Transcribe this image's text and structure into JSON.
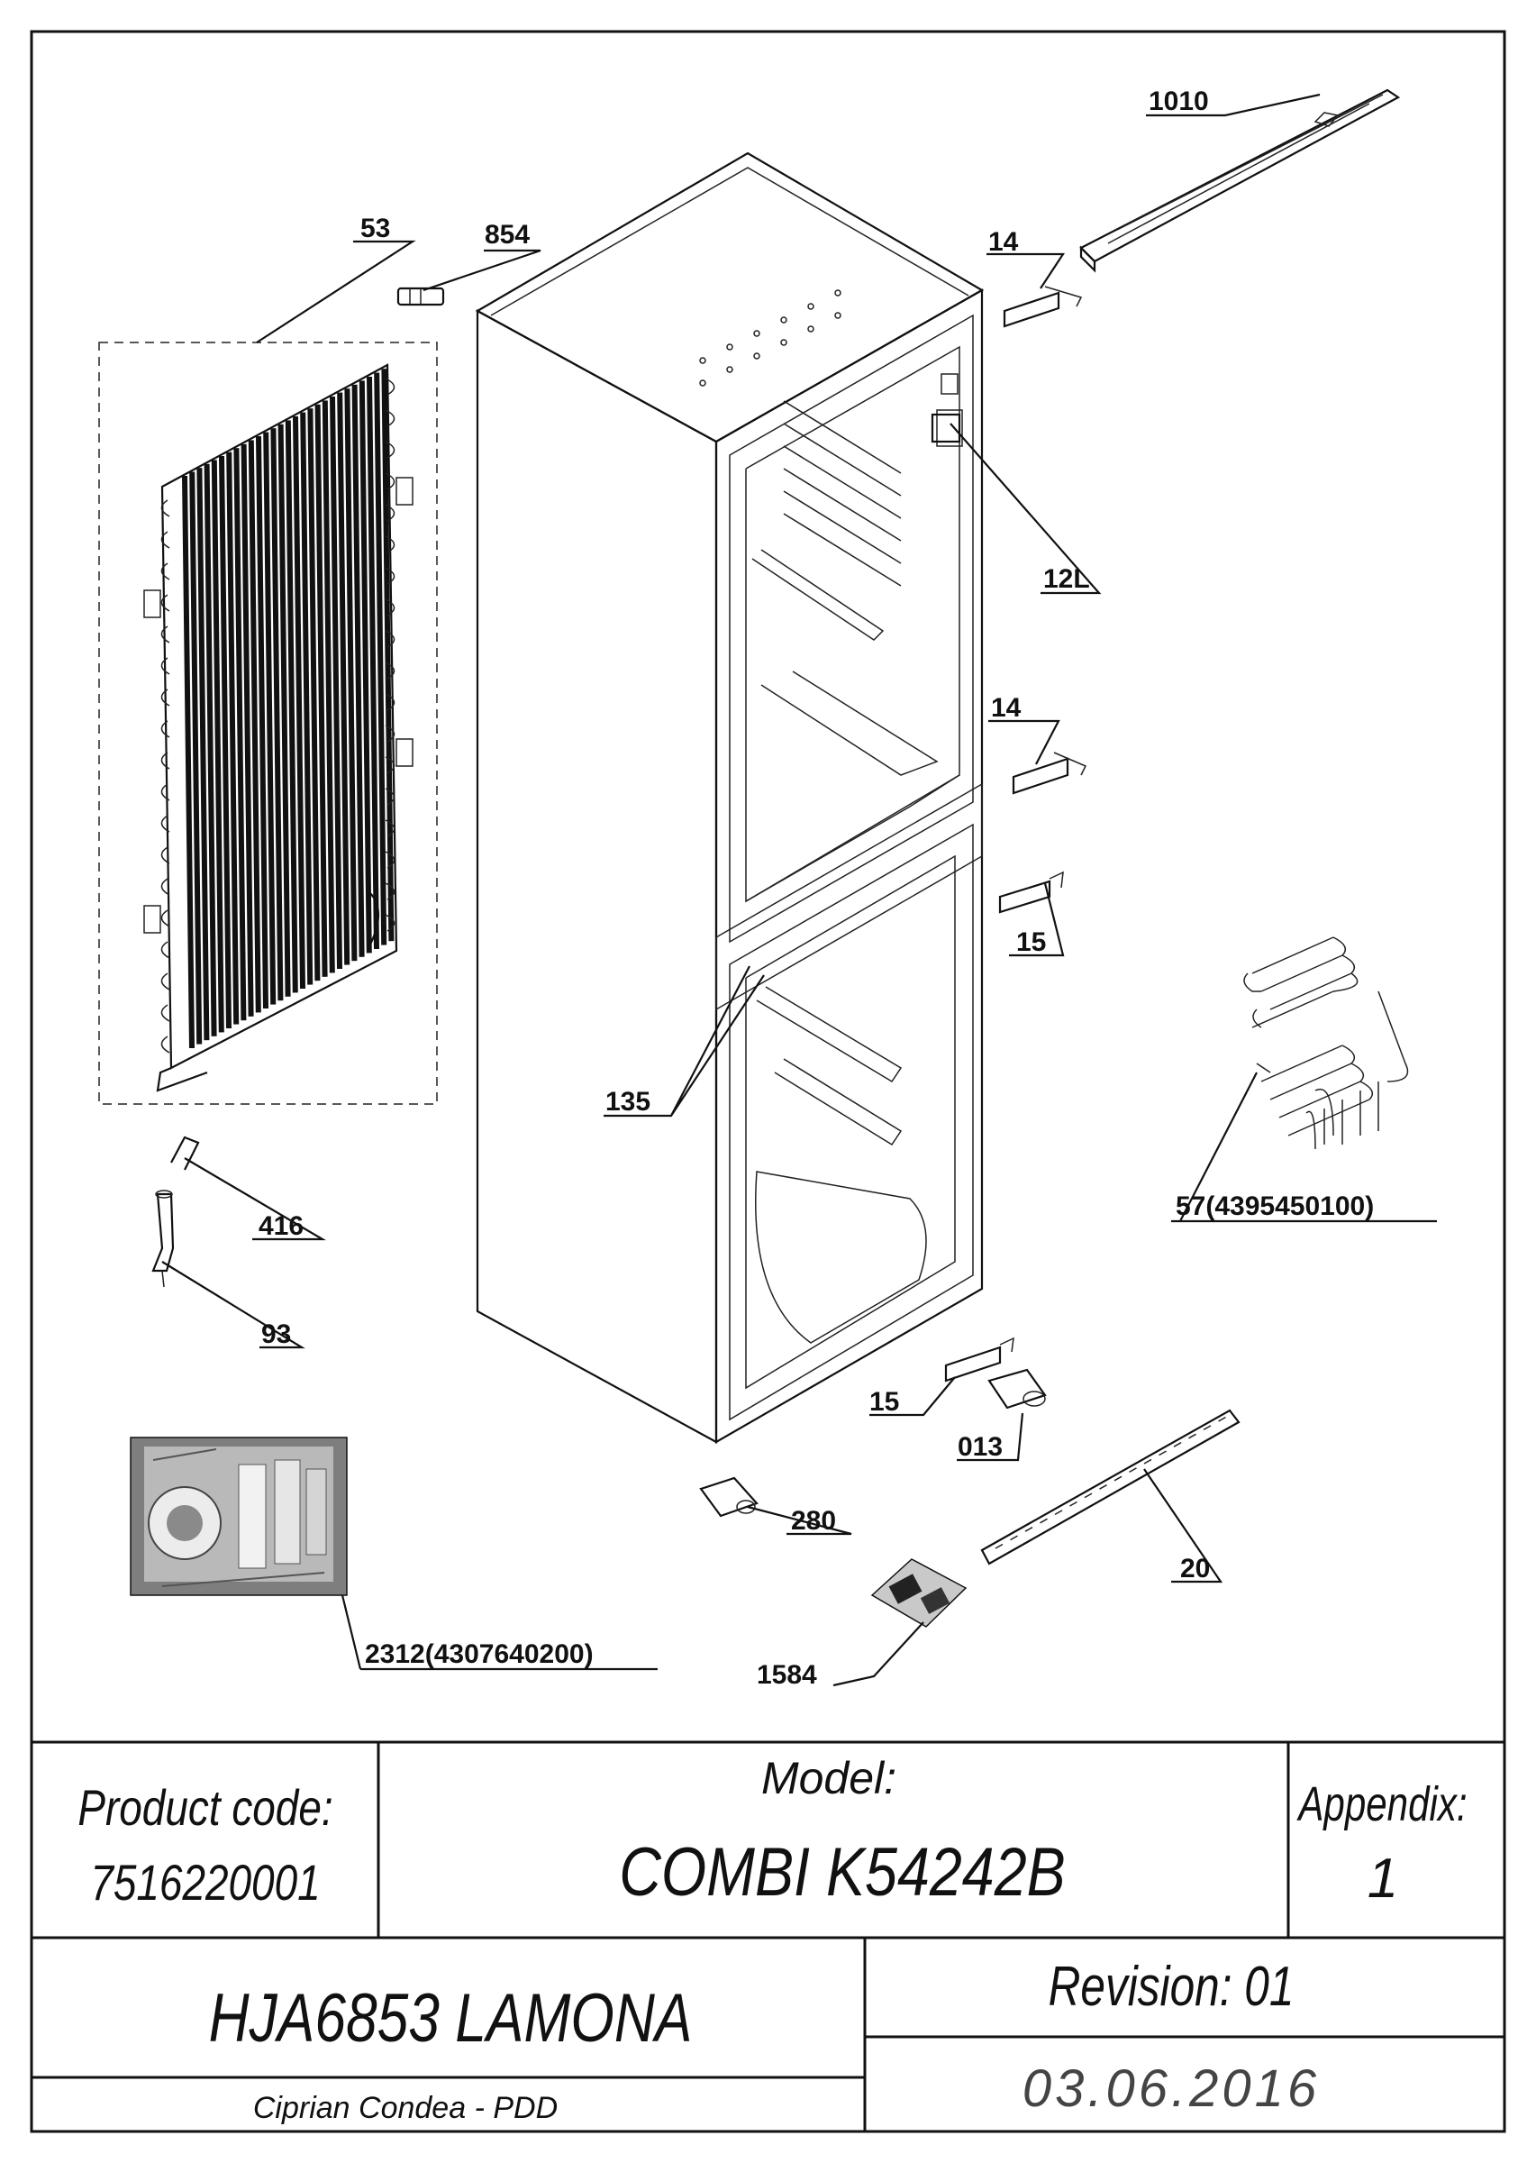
{
  "parts": {
    "p1010": "1010",
    "p14a": "14",
    "p53": "53",
    "p854": "854",
    "p12L": "12L",
    "p14b": "14",
    "p15a": "15",
    "p135": "135",
    "p57": "57(4395450100)",
    "p416": "416",
    "p93": "93",
    "p15b": "15",
    "p013": "013",
    "p280": "280",
    "p20": "20",
    "p2312": "2312(4307640200)",
    "p1584": "1584"
  },
  "title_block": {
    "product_code_label": "Product code:",
    "product_code": "7516220001",
    "model_label": "Model:",
    "model": "COMBI K54242B",
    "appendix_label": "Appendix:",
    "appendix": "1",
    "customer": "HJA6853 LAMONA",
    "revision": "Revision: 01",
    "author": "Ciprian Condea - PDD",
    "date": "03.06.2016"
  }
}
